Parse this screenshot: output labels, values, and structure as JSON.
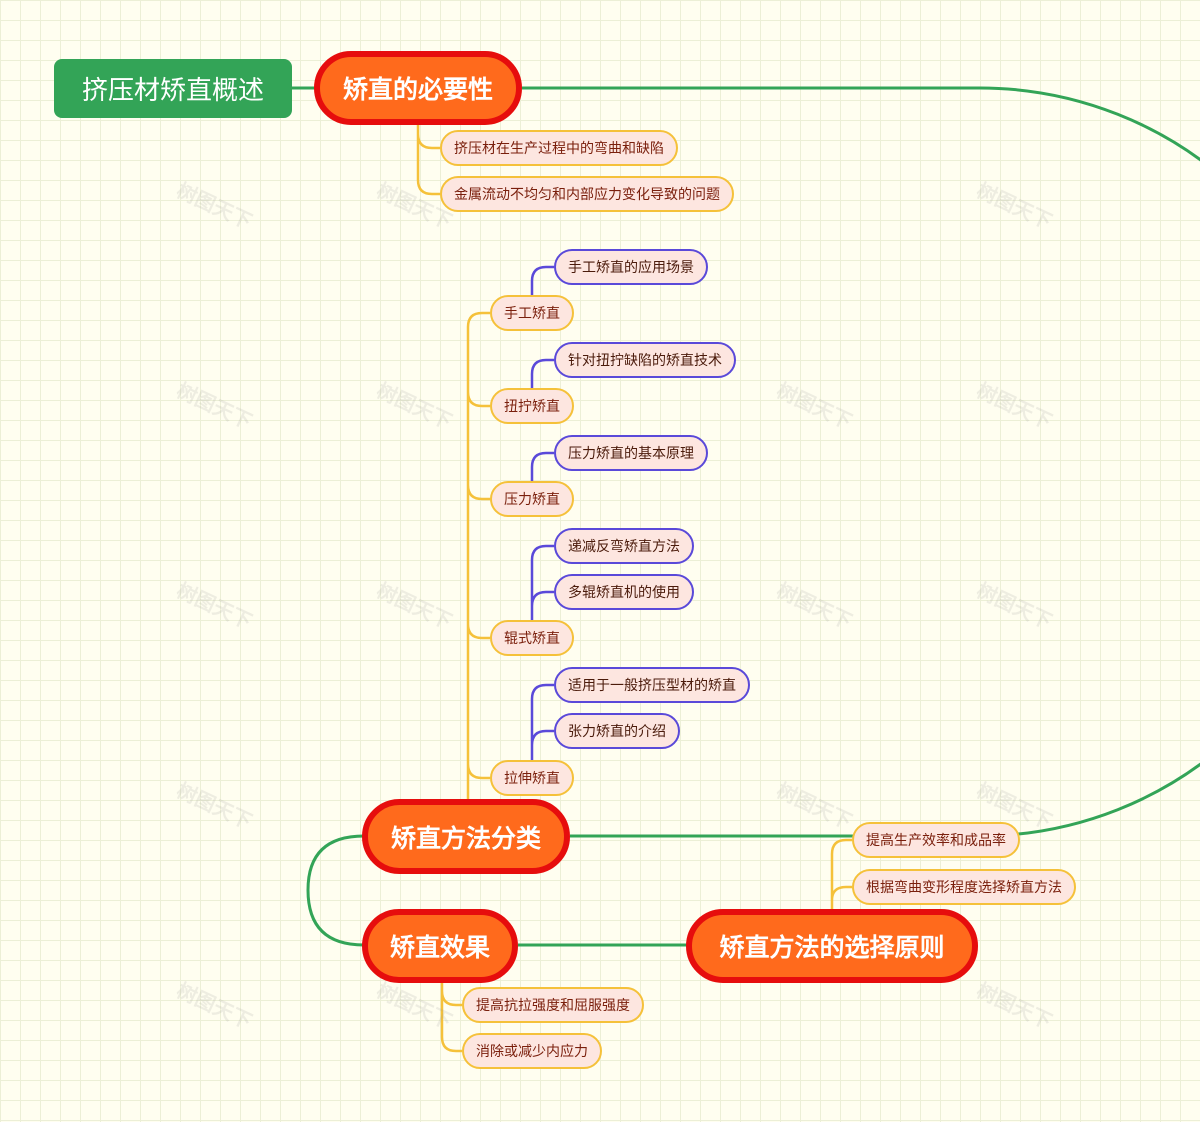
{
  "root": "挤压材矫直概述",
  "watermark": "树图天下",
  "branches": {
    "necessity": {
      "label": "矫直的必要性",
      "items": [
        "挤压材在生产过程中的弯曲和缺陷",
        "金属流动不均匀和内部应力变化导致的问题"
      ]
    },
    "methods": {
      "label": "矫直方法分类",
      "groups": [
        {
          "label": "手工矫直",
          "items": [
            "手工矫直的应用场景"
          ]
        },
        {
          "label": "扭拧矫直",
          "items": [
            "针对扭拧缺陷的矫直技术"
          ]
        },
        {
          "label": "压力矫直",
          "items": [
            "压力矫直的基本原理"
          ]
        },
        {
          "label": "辊式矫直",
          "items": [
            "递减反弯矫直方法",
            "多辊矫直机的使用"
          ]
        },
        {
          "label": "拉伸矫直",
          "items": [
            "适用于一般挤压型材的矫直",
            "张力矫直的介绍"
          ]
        }
      ]
    },
    "effect": {
      "label": "矫直效果",
      "items": [
        "提高抗拉强度和屈服强度",
        "消除或减少内应力"
      ]
    },
    "selection": {
      "label": "矫直方法的选择原则",
      "items": [
        "提高生产效率和成品率",
        "根据弯曲变形程度选择矫直方法"
      ]
    }
  },
  "colors": {
    "root_bg": "#33a457",
    "main_fill": "#ff6a1c",
    "main_border": "#e60d0d",
    "main_link": "#33a457",
    "sub_link": "#f5c13a",
    "leaf_border": "#5a49d9"
  }
}
